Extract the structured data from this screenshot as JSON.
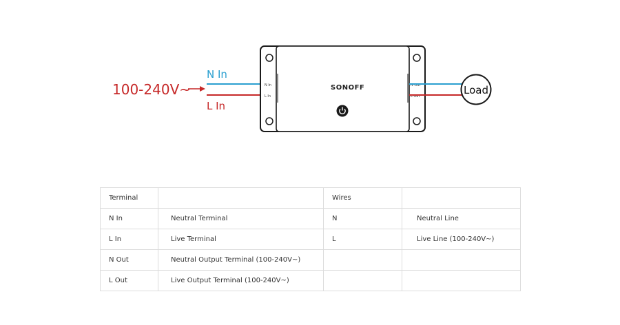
{
  "diagram": {
    "input_voltage": "100-240V~",
    "n_in_label": "N In",
    "l_in_label": "L In",
    "device_brand": "SONOFF",
    "terminal_labels": {
      "n_in": "N In",
      "l_in": "L In",
      "n_out": "N Out",
      "l_out": "L Out"
    },
    "load_label": "Load",
    "colors": {
      "neutral": "#2a9fd0",
      "live": "#c62828"
    }
  },
  "table": {
    "headers": [
      "Terminal",
      "",
      "Wires",
      ""
    ],
    "rows": [
      [
        "N In",
        "Neutral Terminal",
        "N",
        "Neutral Line"
      ],
      [
        "L In",
        "Live Terminal",
        "L",
        "Live Line (100-240V~)"
      ],
      [
        "N Out",
        "Neutral Output Terminal (100-240V~)",
        "",
        ""
      ],
      [
        "L Out",
        "Live Output Terminal (100-240V~)",
        "",
        ""
      ]
    ]
  }
}
